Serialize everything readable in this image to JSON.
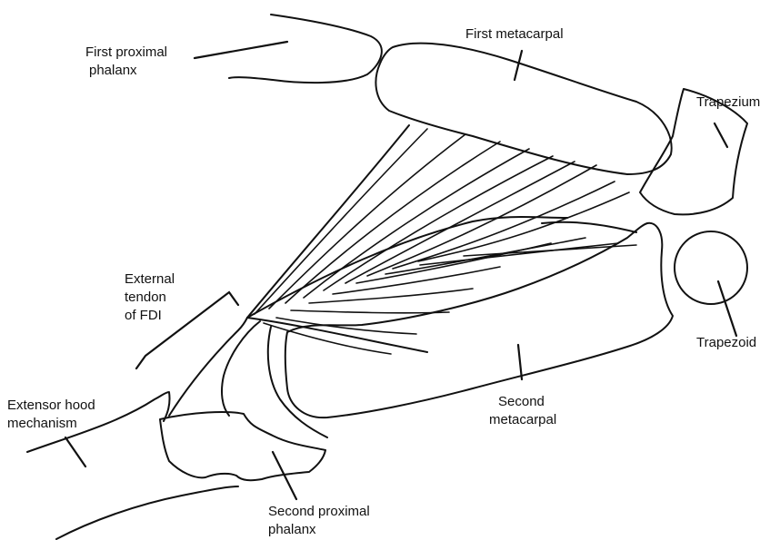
{
  "labels": {
    "first_proximal_phalanx": {
      "line1": "First proximal",
      "line2": "phalanx"
    },
    "first_metacarpal": {
      "line1": "First metacarpal"
    },
    "trapezium": {
      "line1": "Trapezium"
    },
    "external_tendon": {
      "line1": "External",
      "line2": "tendon",
      "line3": "of FDI"
    },
    "trapezoid": {
      "line1": "Trapezoid"
    },
    "extensor_hood": {
      "line1": "Extensor hood",
      "line2": "mechanism"
    },
    "second_metacarpal": {
      "line1": "Second",
      "line2": "metacarpal"
    },
    "second_proximal_phalanx": {
      "line1": "Second proximal",
      "line2": "phalanx"
    }
  }
}
